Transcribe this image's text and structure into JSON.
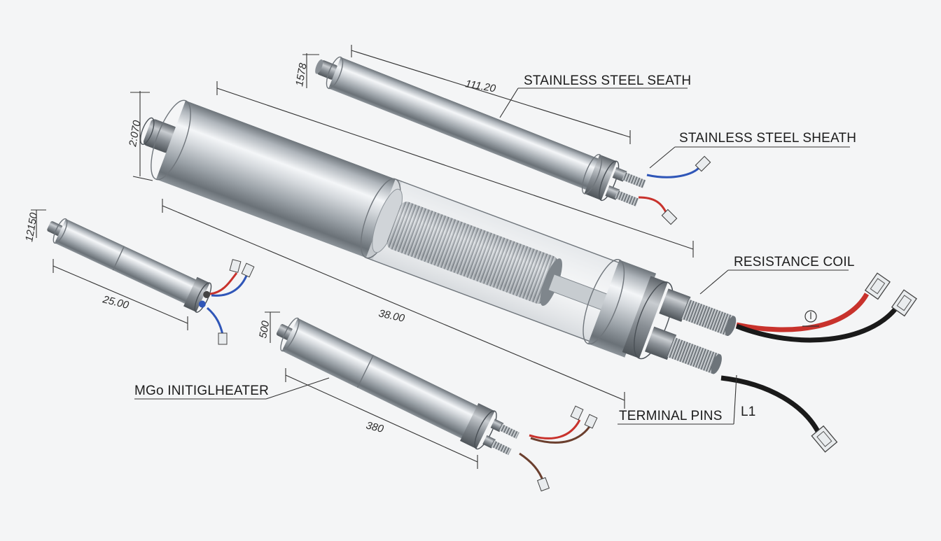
{
  "callouts": {
    "seath": "STAINLESS STEEL SEATH",
    "sheath": "STAINLESS STEEL SHEATH",
    "resistance_coil": "RESISTANCE COIL",
    "mgo": "MGo INITIGLHEATER",
    "terminal_pins": "TERMINAL PINS",
    "l1": "L1"
  },
  "dimensions": {
    "top_length": "111.20",
    "top_diameter": "1578",
    "main_diameter": "2:070",
    "main_length": "38.00",
    "left_diameter": "12150",
    "left_length": "25.00",
    "bottom_diameter": "500",
    "bottom_length": "380"
  },
  "colors": {
    "background": "#f4f5f6",
    "steel": "#b8bdc2",
    "wire_red": "#c8322c",
    "wire_blue": "#2f56b8",
    "wire_black": "#1a1a1a",
    "wire_brown": "#6b3f2e"
  }
}
